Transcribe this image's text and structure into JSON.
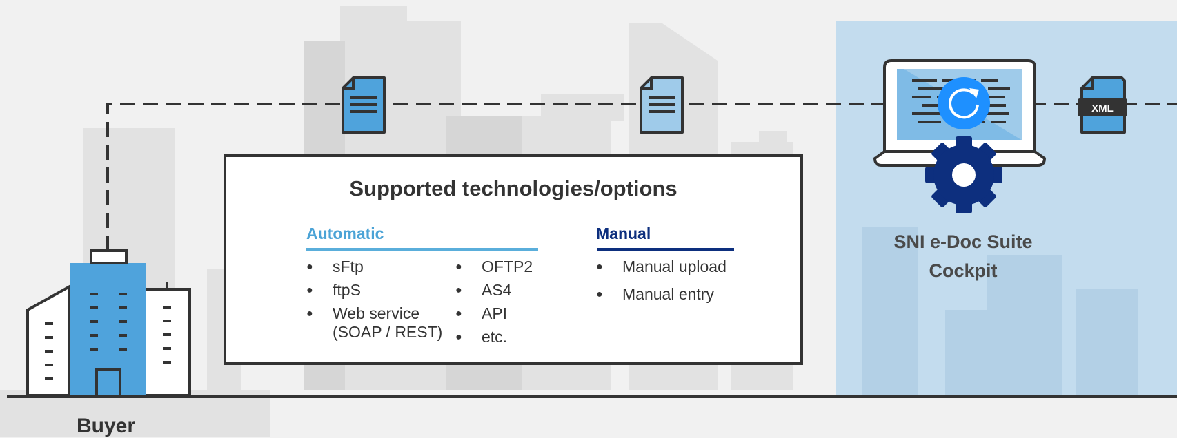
{
  "buyer": {
    "label": "Buyer"
  },
  "cockpit": {
    "line1": "SNI e-Doc Suite",
    "line2": "Cockpit"
  },
  "technologies": {
    "title": "Supported technologies/options",
    "automatic": {
      "heading": "Automatic",
      "column_a": [
        "sFtp",
        "ftpS",
        "Web service\n(SOAP / REST)"
      ],
      "column_b": [
        "OFTP2",
        "AS4",
        "API",
        "etc."
      ]
    },
    "manual": {
      "heading": "Manual",
      "items": [
        "Manual upload",
        "Manual entry"
      ]
    }
  },
  "documents": {
    "xml_tag": "XML"
  },
  "icons": [
    "building-icon",
    "document-icon",
    "laptop-icon",
    "refresh-icon",
    "gear-icon",
    "xml-file-icon"
  ],
  "colors": {
    "light_blue": "#4fa3dc",
    "pale_blue": "#9fcbea",
    "navy": "#0d2f7e",
    "panel": "#c3dcee",
    "outline": "#333333"
  }
}
